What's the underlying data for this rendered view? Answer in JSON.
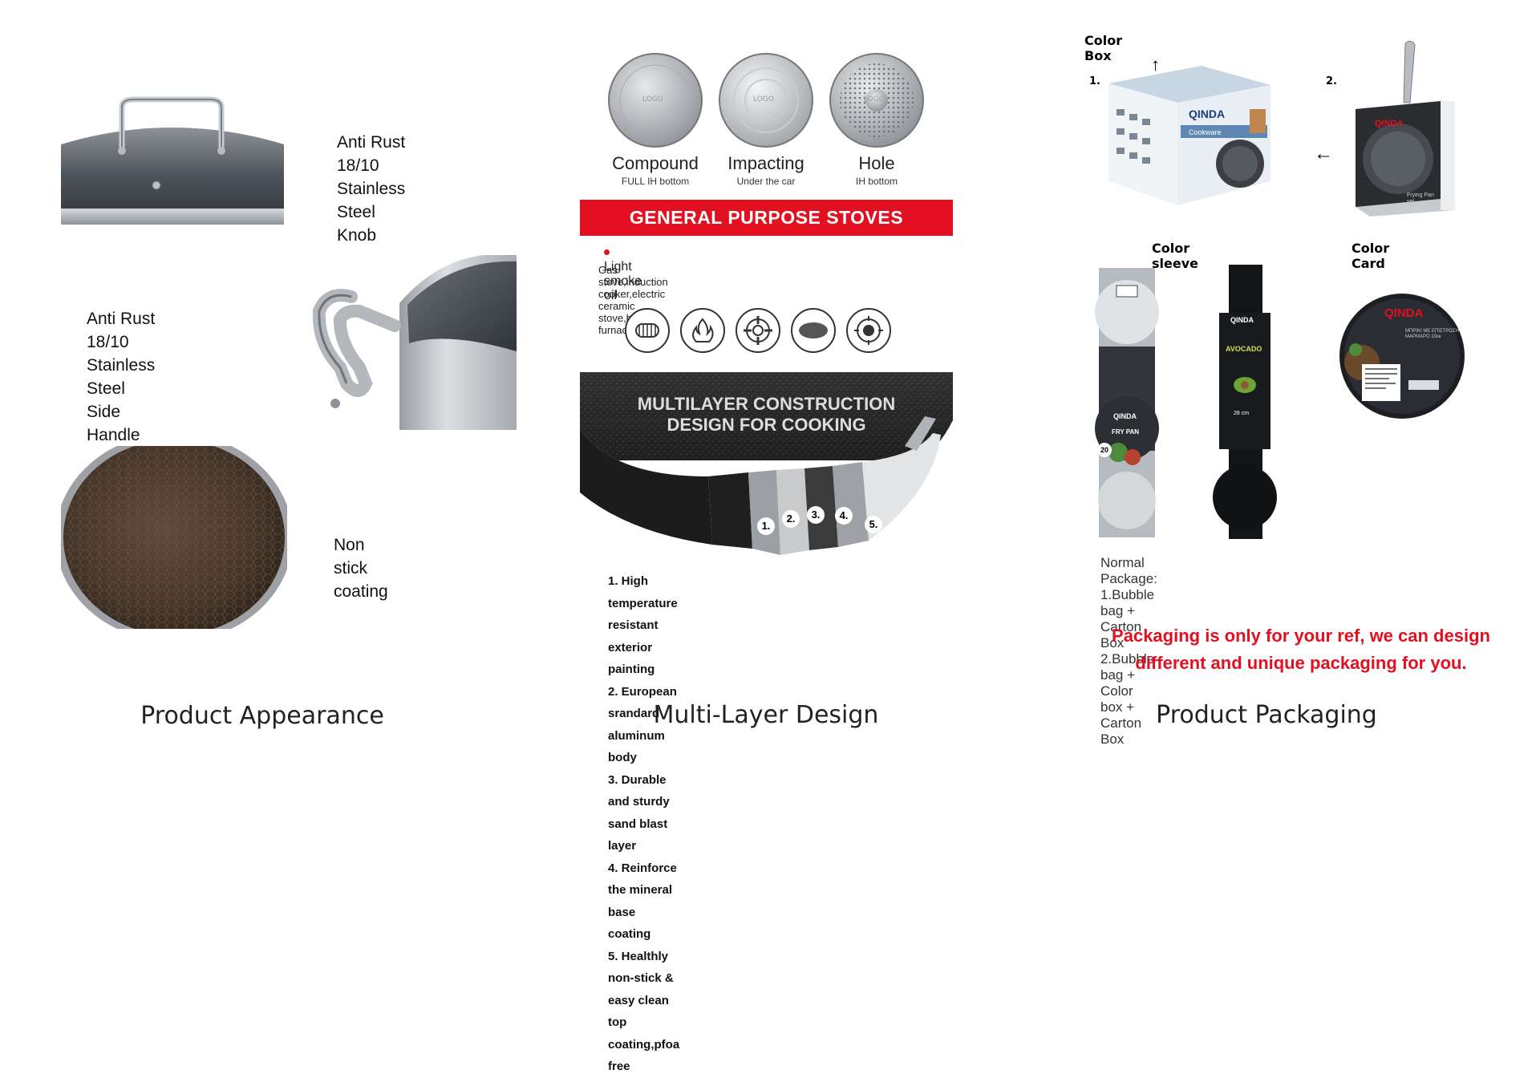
{
  "sections": {
    "appearance_title": "Product Appearance",
    "multilayer_title": "Multi-Layer Design",
    "packaging_title": "Product Packaging"
  },
  "appearance": {
    "knob_line1": "Anti Rust 18/10",
    "knob_line2": "Stainless Steel Knob",
    "handle_line1": "Anti Rust 18/10",
    "handle_line2": "Stainless Steel Side Handle",
    "coating": "Non stick coating"
  },
  "bottoms": [
    {
      "name": "Compound",
      "sub": "FULL IH bottom",
      "logo": "LOGO"
    },
    {
      "name": "Impacting",
      "sub": "Under the car",
      "logo": "LOGO"
    },
    {
      "name": "Hole",
      "sub": "IH bottom",
      "logo": "LOGO"
    }
  ],
  "stoves": {
    "banner": "GENERAL PURPOSE STOVES",
    "bullet": "Light smoke oil",
    "types": "Gas stove,induction cooker,electric ceramic stove,blast furnace",
    "icons": [
      "induction-coil-icon",
      "flame-icon",
      "gas-burner-icon",
      "ceramic-plate-icon",
      "hot-plate-icon"
    ]
  },
  "construction": {
    "headline_line1": "MULTILAYER CONSTRUCTION",
    "headline_line2": "DESIGN FOR COOKING",
    "layer_markers": [
      "1.",
      "2.",
      "3.",
      "4.",
      "5."
    ],
    "layers": [
      "1. High temperature resistant exterior painting",
      "2. European srandard aluminum body",
      "3. Durable and sturdy sand blast layer",
      "4. Reinforce the mineral base coating",
      "5. Healthly non-stick & easy clean top coating,pfoa free"
    ]
  },
  "packaging": {
    "color_box": "Color Box",
    "num1": "1.",
    "num2": "2.",
    "color_sleeve": "Color sleeve",
    "color_card": "Color Card",
    "brand": "QINDA",
    "box_text": "Cookware",
    "sleeve1_product": "FRY PAN",
    "sleeve1_size": "20",
    "sleeve2_product": "AVOCADO",
    "sleeve2_size": "28 cm",
    "card_subtitle_line1": "ΜΠΡΙΚΙ ΜΕ ΕΠΙΣΤΡΩΣΗ",
    "card_subtitle_line2": "ΜΑΡΜΑΡΟ 10εκ",
    "box2_caption_line1": "Frying Pan",
    "box2_caption_line2": "set",
    "normal_title": "Normal Package:",
    "normal_1": "1.Bubble bag + Carton Box",
    "normal_2": "2.Bubble bag + Color box + Carton Box",
    "note_line1": "Packaging is only for your ref, we can design",
    "note_line2": "different and unique packaging for you."
  },
  "colors": {
    "accent_red": "#e21020",
    "steel": "#b9bcc0",
    "coating_brown": "#4a3b2f"
  }
}
